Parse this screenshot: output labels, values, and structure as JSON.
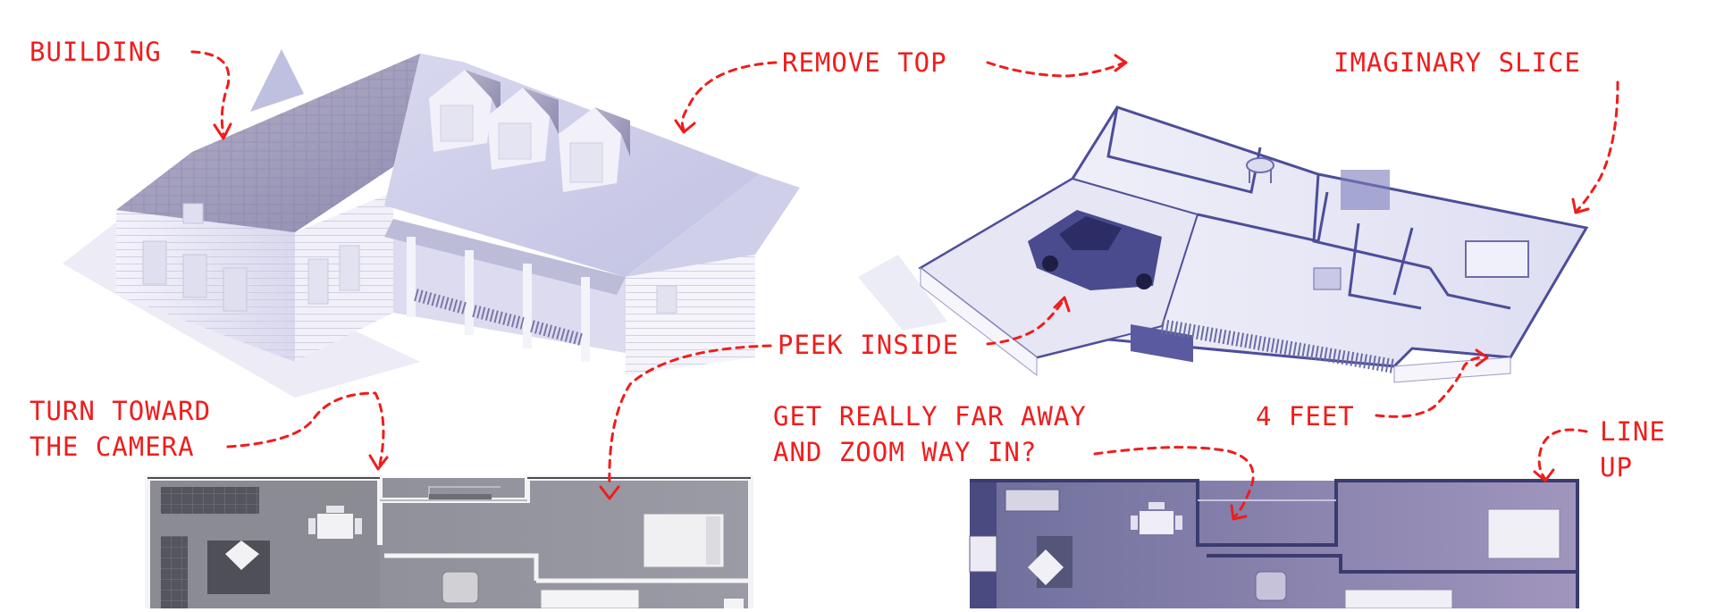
{
  "colors": {
    "annotation": "#ef1d1d",
    "building_light": "#e9e8f6",
    "building_mid": "#c4c4e4",
    "roof": "#9c98bb",
    "plan_dark": "#3e3e76",
    "plan_grey": "#8d8d98",
    "plan_blueish": "#7c76a8"
  },
  "labels": {
    "building": "BUILDING",
    "remove_top": "REMOVE TOP",
    "imaginary_slice": "IMAGINARY SLICE",
    "peek_inside": "PEEK INSIDE",
    "turn_toward_line1": "TURN TOWARD",
    "turn_toward_line2": "THE CAMERA",
    "far_away_line1": "GET REALLY FAR AWAY",
    "far_away_line2": "AND ZOOM WAY IN?",
    "four_feet": "4 FEET",
    "line_up_line1": "LINE",
    "line_up_line2": "UP"
  },
  "panels": [
    {
      "name": "house-exterior",
      "icon": "house-icon"
    },
    {
      "name": "sliced-model",
      "icon": "cutaway-model-icon"
    },
    {
      "name": "floor-plan-perspective",
      "icon": "floor-plan-icon"
    },
    {
      "name": "floor-plan-orthographic",
      "icon": "floor-plan-icon"
    }
  ]
}
